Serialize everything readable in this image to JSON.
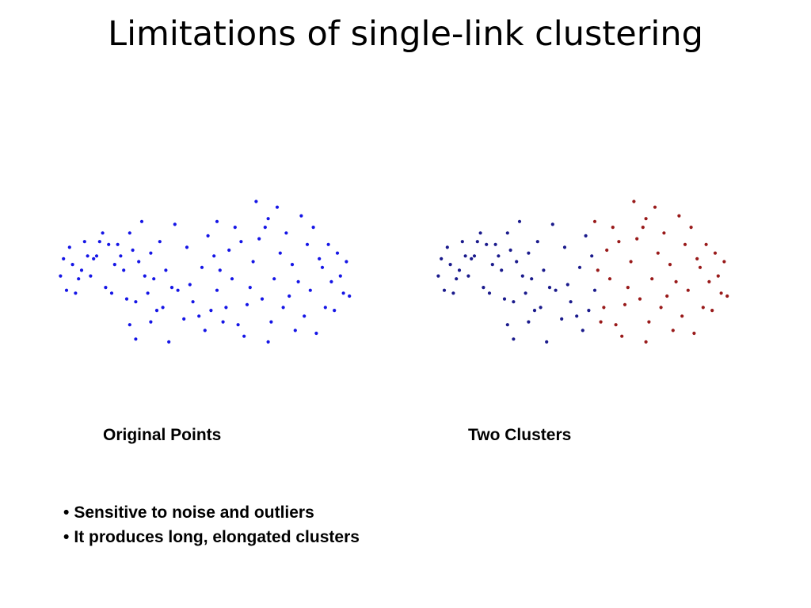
{
  "title": "Limitations of single-link clustering",
  "colors": {
    "original": "#1515e6",
    "cluster_blue": "#1a1a8c",
    "cluster_red": "#991a1a"
  },
  "chart_data": [
    {
      "type": "scatter",
      "title": "Original Points",
      "xlim": [
        0,
        100
      ],
      "ylim": [
        0,
        58
      ],
      "series": [
        {
          "points": [
            [
              30,
              47
            ],
            [
              15,
              35
            ],
            [
              5,
              23
            ],
            [
              9,
              27
            ],
            [
              20,
              22
            ],
            [
              25,
              20
            ],
            [
              26,
              11
            ],
            [
              28,
              6
            ],
            [
              35,
              16
            ],
            [
              39,
              5
            ],
            [
              16,
              40
            ],
            [
              14,
              34
            ],
            [
              19,
              39
            ],
            [
              21,
              32
            ],
            [
              18,
              24
            ],
            [
              23,
              35
            ],
            [
              26,
              43
            ],
            [
              27,
              37
            ],
            [
              31,
              28
            ],
            [
              32,
              22
            ],
            [
              37,
              17
            ],
            [
              38,
              30
            ],
            [
              40,
              24
            ],
            [
              44,
              13
            ],
            [
              46,
              25
            ],
            [
              49,
              14
            ],
            [
              6,
              38
            ],
            [
              7,
              32
            ],
            [
              10,
              30
            ],
            [
              12,
              35
            ],
            [
              11,
              40
            ],
            [
              17,
              43
            ],
            [
              22,
              39
            ],
            [
              24,
              30
            ],
            [
              29,
              33
            ],
            [
              33,
              36
            ],
            [
              36,
              40
            ],
            [
              42,
              23
            ],
            [
              47,
              19
            ],
            [
              50,
              31
            ],
            [
              51,
              9
            ],
            [
              53,
              16
            ],
            [
              54,
              35
            ],
            [
              55,
              23
            ],
            [
              55,
              47
            ],
            [
              58,
              17
            ],
            [
              59,
              37
            ],
            [
              60,
              27
            ],
            [
              61,
              45
            ],
            [
              62,
              11
            ],
            [
              64,
              7
            ],
            [
              66,
              24
            ],
            [
              67,
              33
            ],
            [
              69,
              41
            ],
            [
              70,
              20
            ],
            [
              71,
              45
            ],
            [
              72,
              5
            ],
            [
              73,
              12
            ],
            [
              74,
              27
            ],
            [
              75,
              52
            ],
            [
              76,
              36
            ],
            [
              77,
              17
            ],
            [
              78,
              43
            ],
            [
              80,
              32
            ],
            [
              81,
              9
            ],
            [
              82,
              26
            ],
            [
              83,
              49
            ],
            [
              84,
              14
            ],
            [
              85,
              39
            ],
            [
              86,
              23
            ],
            [
              87,
              45
            ],
            [
              88,
              8
            ],
            [
              89,
              34
            ],
            [
              90,
              31
            ],
            [
              91,
              17
            ],
            [
              92,
              39
            ],
            [
              93,
              26
            ],
            [
              95,
              36
            ],
            [
              96,
              28
            ],
            [
              97,
              22
            ],
            [
              98,
              33
            ],
            [
              99,
              21
            ],
            [
              4,
              34
            ],
            [
              8,
              22
            ],
            [
              13,
              28
            ],
            [
              28,
              19
            ],
            [
              33,
              12
            ],
            [
              41,
              46
            ],
            [
              45,
              38
            ],
            [
              52,
              42
            ],
            [
              56,
              30
            ],
            [
              57,
              12
            ],
            [
              63,
              40
            ],
            [
              65,
              18
            ],
            [
              68,
              54
            ],
            [
              72,
              48
            ],
            [
              79,
              21
            ],
            [
              94,
              16
            ],
            [
              3,
              28
            ],
            [
              34,
              27
            ]
          ]
        }
      ]
    },
    {
      "type": "scatter",
      "title": "Two Clusters",
      "xlim": [
        0,
        100
      ],
      "ylim": [
        0,
        58
      ],
      "series": [
        {
          "points": [
            [
              30,
              47
            ],
            [
              15,
              35
            ],
            [
              5,
              23
            ],
            [
              9,
              27
            ],
            [
              20,
              22
            ],
            [
              25,
              20
            ],
            [
              26,
              11
            ],
            [
              28,
              6
            ],
            [
              35,
              16
            ],
            [
              39,
              5
            ],
            [
              16,
              40
            ],
            [
              14,
              34
            ],
            [
              19,
              39
            ],
            [
              21,
              32
            ],
            [
              18,
              24
            ],
            [
              23,
              35
            ],
            [
              26,
              43
            ],
            [
              27,
              37
            ],
            [
              31,
              28
            ],
            [
              32,
              22
            ],
            [
              37,
              17
            ],
            [
              38,
              30
            ],
            [
              40,
              24
            ],
            [
              44,
              13
            ],
            [
              46,
              25
            ],
            [
              49,
              14
            ],
            [
              6,
              38
            ],
            [
              7,
              32
            ],
            [
              10,
              30
            ],
            [
              12,
              35
            ],
            [
              11,
              40
            ],
            [
              17,
              43
            ],
            [
              22,
              39
            ],
            [
              24,
              30
            ],
            [
              29,
              33
            ],
            [
              33,
              36
            ],
            [
              36,
              40
            ],
            [
              42,
              23
            ],
            [
              47,
              19
            ],
            [
              50,
              31
            ],
            [
              51,
              9
            ],
            [
              4,
              34
            ],
            [
              8,
              22
            ],
            [
              13,
              28
            ],
            [
              28,
              19
            ],
            [
              33,
              12
            ],
            [
              41,
              46
            ],
            [
              45,
              38
            ],
            [
              52,
              42
            ],
            [
              3,
              28
            ],
            [
              34,
              27
            ],
            [
              53,
              16
            ],
            [
              54,
              35
            ],
            [
              55,
              23
            ]
          ]
        },
        {
          "points": [
            [
              55,
              47
            ],
            [
              58,
              17
            ],
            [
              59,
              37
            ],
            [
              60,
              27
            ],
            [
              61,
              45
            ],
            [
              62,
              11
            ],
            [
              64,
              7
            ],
            [
              66,
              24
            ],
            [
              67,
              33
            ],
            [
              69,
              41
            ],
            [
              70,
              20
            ],
            [
              71,
              45
            ],
            [
              72,
              5
            ],
            [
              73,
              12
            ],
            [
              74,
              27
            ],
            [
              75,
              52
            ],
            [
              76,
              36
            ],
            [
              77,
              17
            ],
            [
              78,
              43
            ],
            [
              80,
              32
            ],
            [
              81,
              9
            ],
            [
              82,
              26
            ],
            [
              83,
              49
            ],
            [
              84,
              14
            ],
            [
              85,
              39
            ],
            [
              86,
              23
            ],
            [
              87,
              45
            ],
            [
              88,
              8
            ],
            [
              89,
              34
            ],
            [
              90,
              31
            ],
            [
              91,
              17
            ],
            [
              92,
              39
            ],
            [
              93,
              26
            ],
            [
              95,
              36
            ],
            [
              96,
              28
            ],
            [
              97,
              22
            ],
            [
              98,
              33
            ],
            [
              99,
              21
            ],
            [
              56,
              30
            ],
            [
              57,
              12
            ],
            [
              63,
              40
            ],
            [
              65,
              18
            ],
            [
              68,
              54
            ],
            [
              72,
              48
            ],
            [
              79,
              21
            ],
            [
              94,
              16
            ]
          ]
        }
      ]
    }
  ],
  "captions": {
    "left": "Original Points",
    "right": "Two Clusters"
  },
  "bullets": [
    "Sensitive to noise and outliers",
    "It produces long, elongated clusters"
  ],
  "bullet_symbol": "•"
}
